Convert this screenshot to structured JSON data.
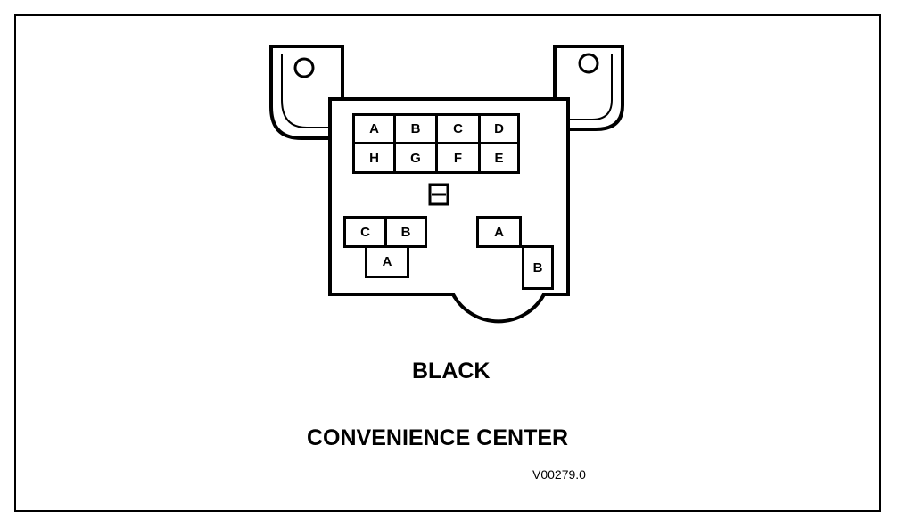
{
  "connector": {
    "color": "BLACK",
    "name": "CONVENIENCE CENTER",
    "figure_code": "V00279.0",
    "large_grid": {
      "top_row": [
        "A",
        "B",
        "C",
        "D"
      ],
      "bottom_row": [
        "H",
        "G",
        "F",
        "E"
      ]
    },
    "left_group": {
      "top": [
        "C",
        "B"
      ],
      "bottom": "A"
    },
    "right_group": {
      "top": "A",
      "bottom": "B"
    }
  }
}
